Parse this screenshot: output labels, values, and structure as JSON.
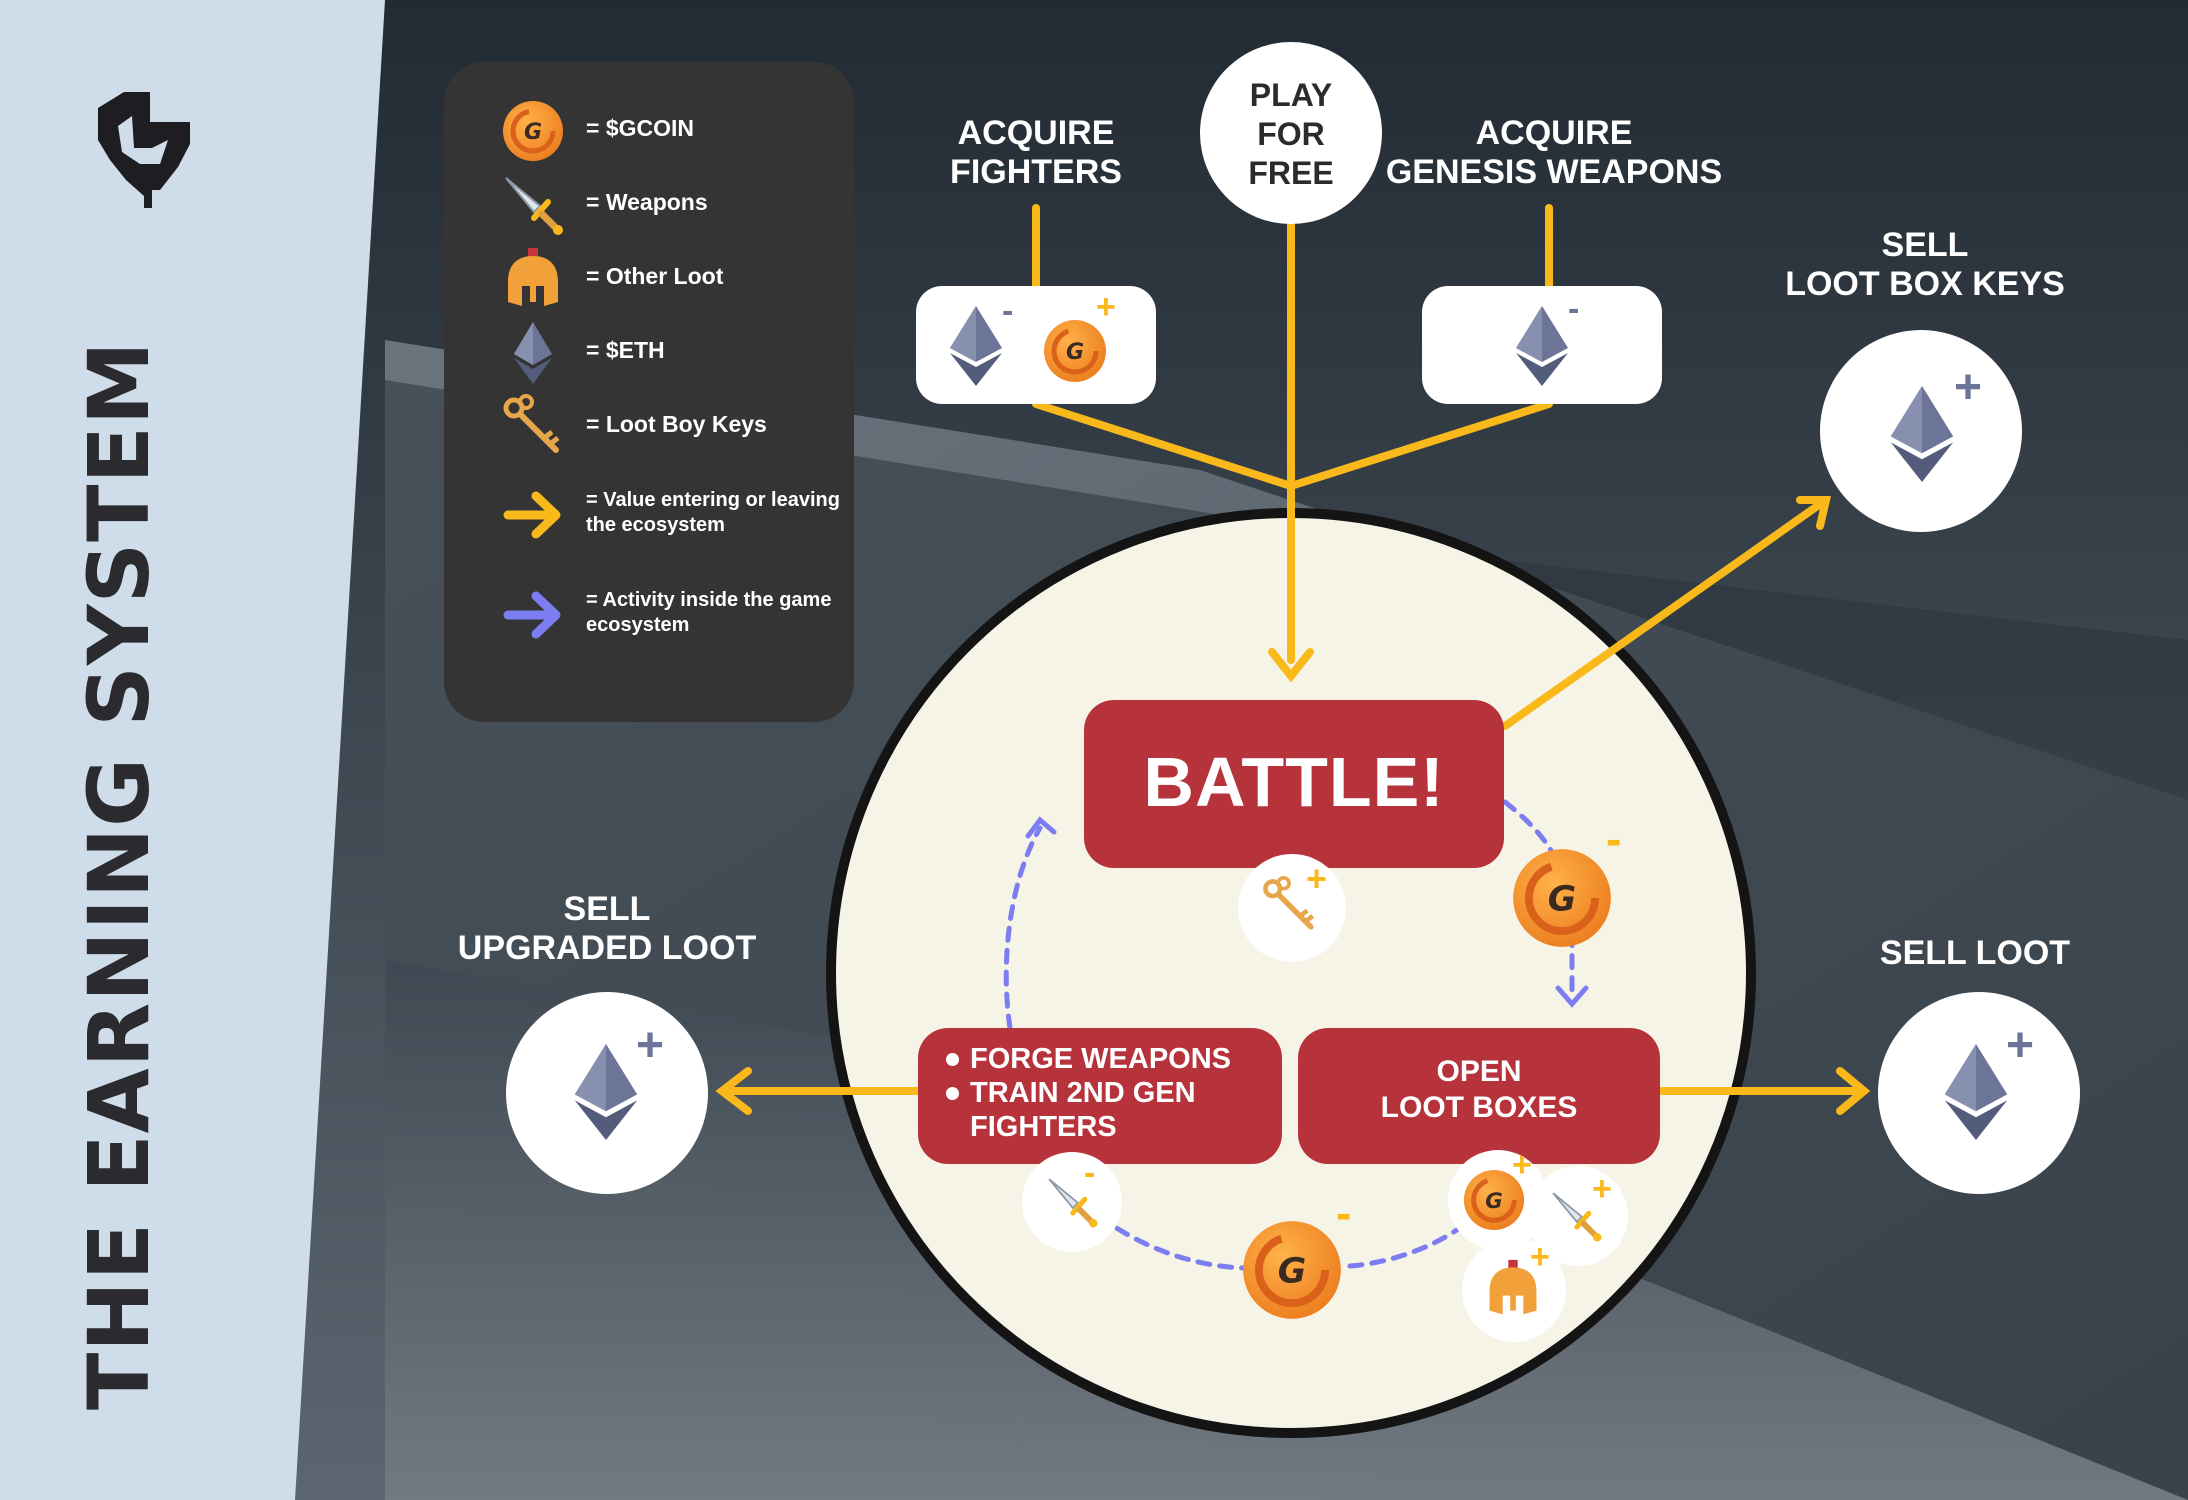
{
  "sidebar": {
    "title": "THE EARNING SYSTEM"
  },
  "legend": {
    "items": [
      {
        "icon": "gcoin-icon",
        "label": "= $GCOIN"
      },
      {
        "icon": "sword-icon",
        "label": "= Weapons"
      },
      {
        "icon": "helmet-icon",
        "label": "= Other Loot"
      },
      {
        "icon": "eth-icon",
        "label": "= $ETH"
      },
      {
        "icon": "key-icon",
        "label": "= Loot Boy Keys"
      },
      {
        "icon": "arrow-yellow-icon",
        "label": "= Value entering or leaving the ecosystem"
      },
      {
        "icon": "arrow-purple-icon",
        "label": "= Activity inside the game ecosystem"
      }
    ]
  },
  "top": {
    "acquire_fighters": "ACQUIRE\nFIGHTERS",
    "play_for_free": "PLAY\nFOR\nFREE",
    "acquire_genesis": "ACQUIRE\nGENESIS WEAPONS",
    "sell_keys": "SELL\nLOOT BOX KEYS"
  },
  "center": {
    "battle": "BATTLE!",
    "forge_items": [
      "FORGE WEAPONS",
      "TRAIN 2ND GEN"
    ],
    "forge_cont": "FIGHTERS",
    "open_loot": "OPEN\nLOOT BOXES"
  },
  "sides": {
    "sell_upgraded": "SELL\nUPGRADED LOOT",
    "sell_loot": "SELL LOOT"
  },
  "signs": {
    "plus": "+",
    "minus": "-"
  },
  "colors": {
    "yellow": "#f9b91b",
    "purple": "#7b7df0",
    "red": "#b7333c",
    "cream": "#f5f4e6",
    "eth": "#6c7597",
    "gcoin": "#f28c28"
  }
}
